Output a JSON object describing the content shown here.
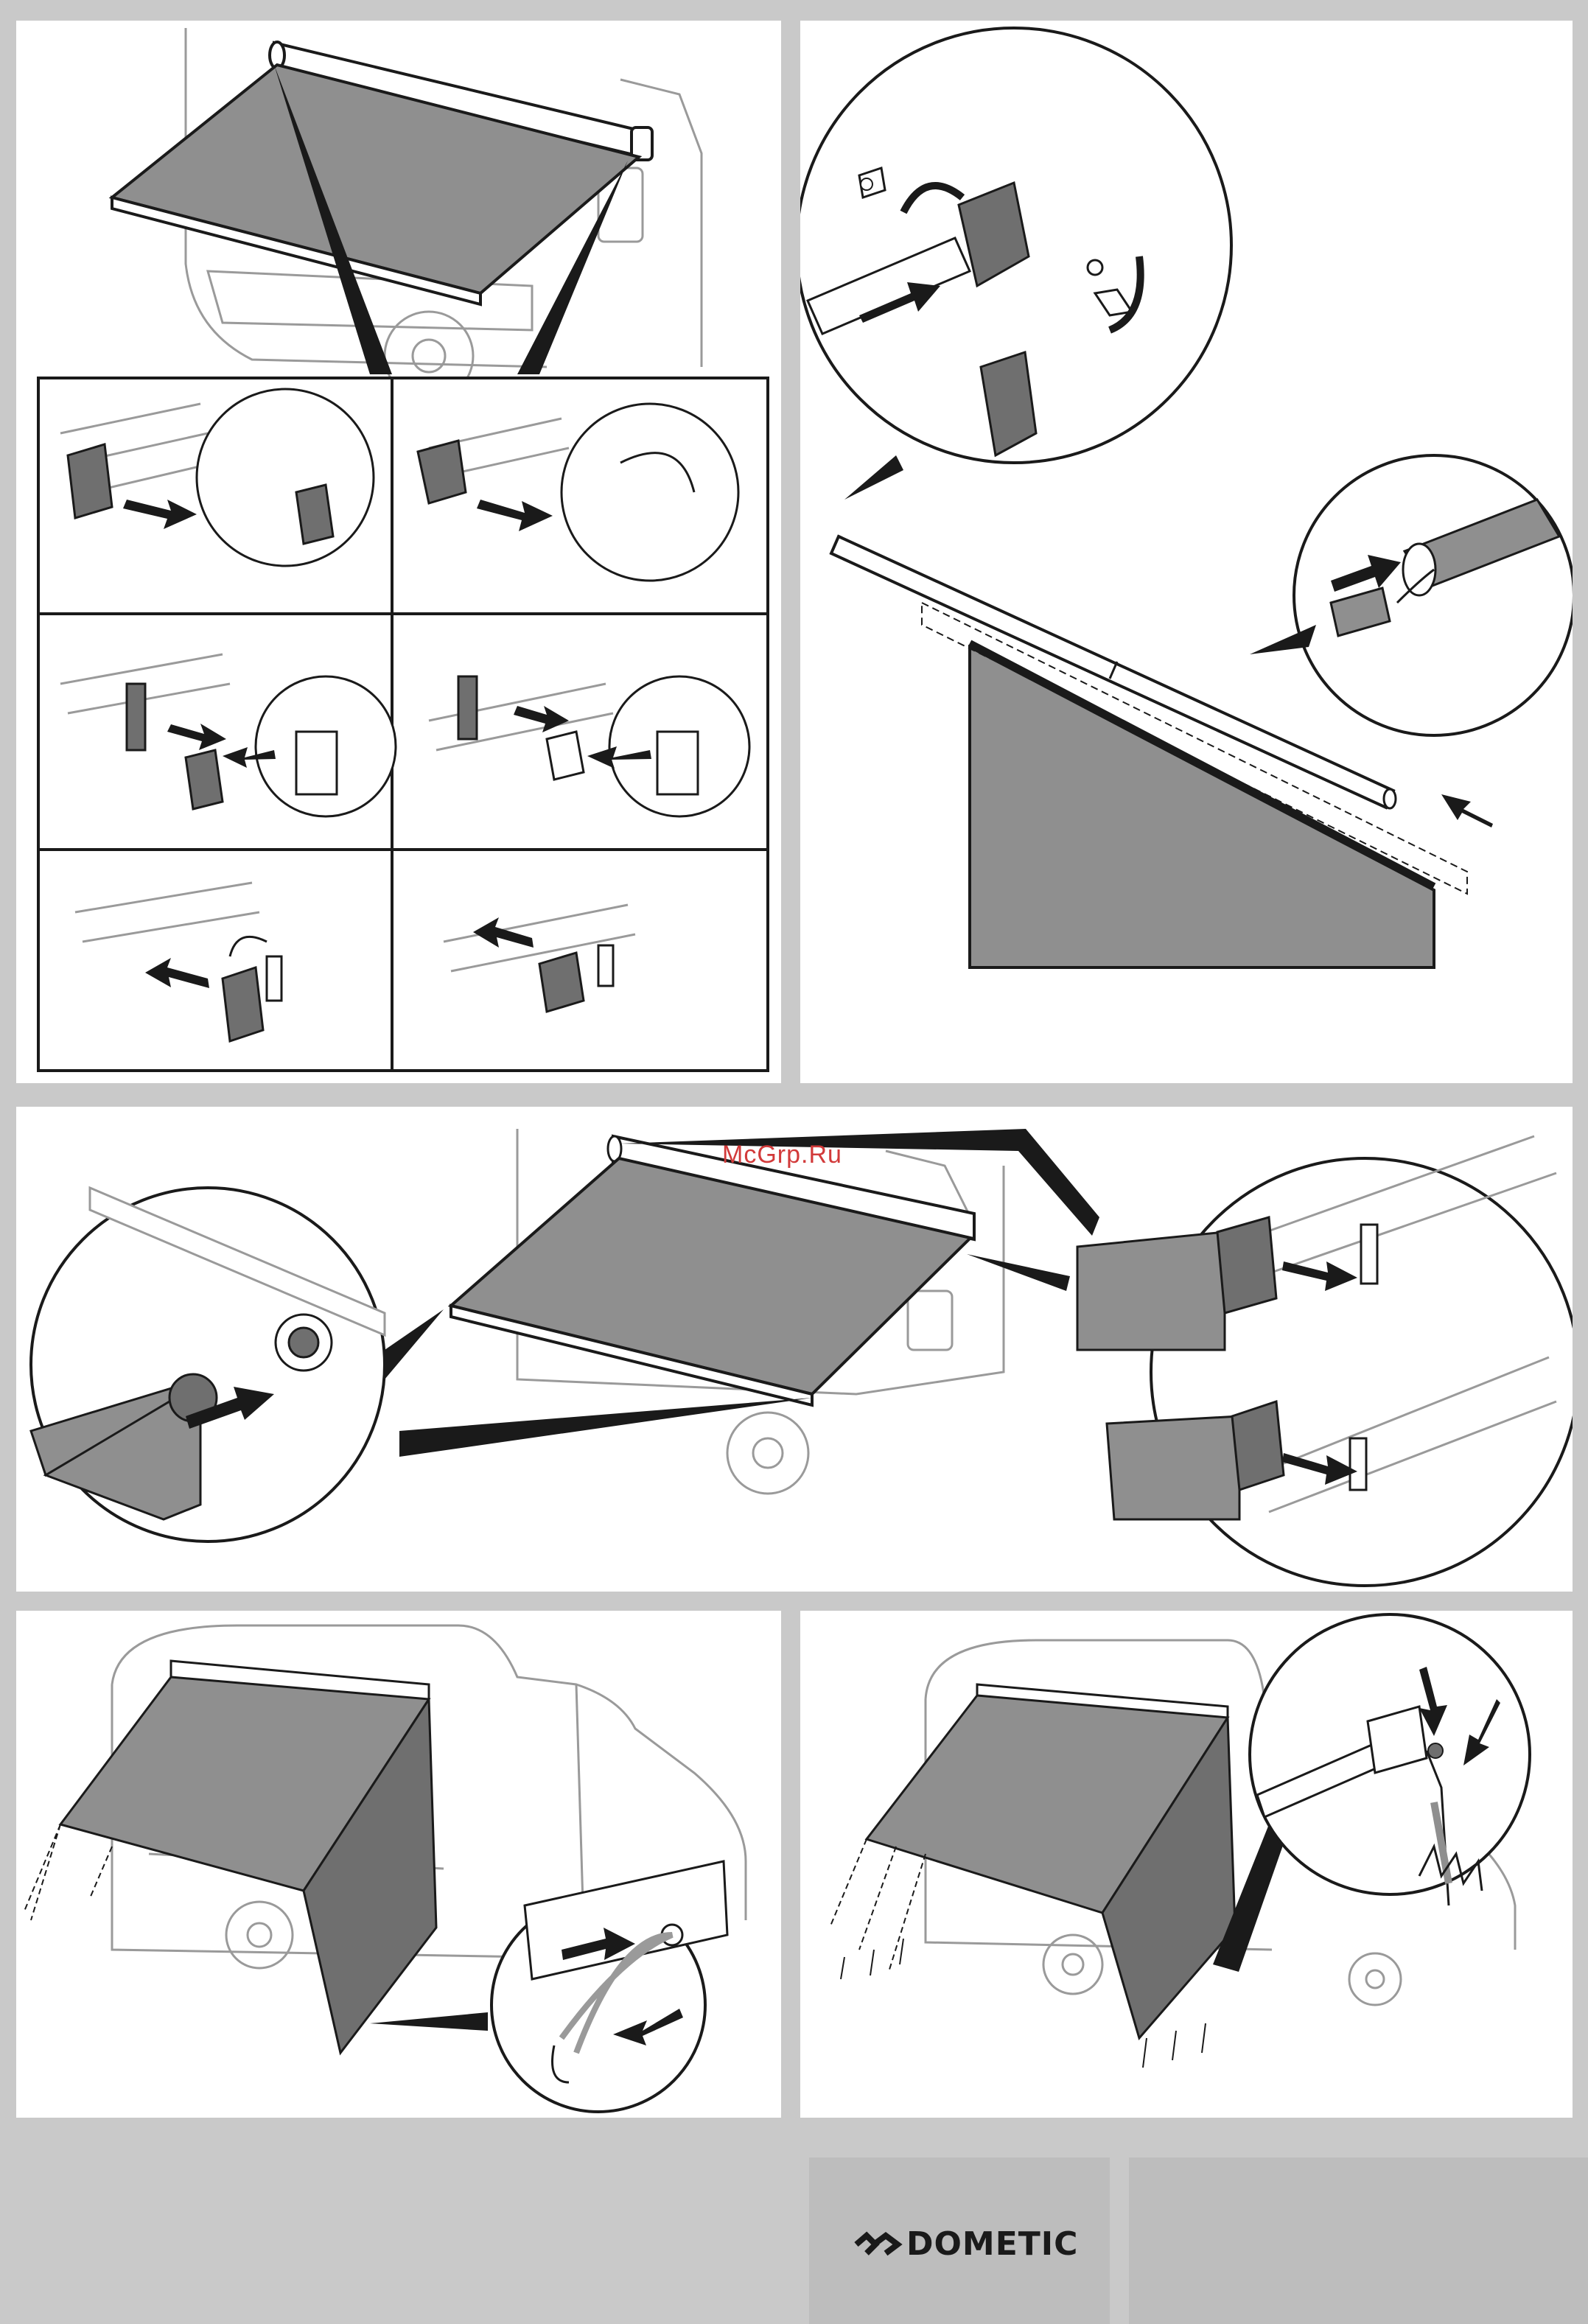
{
  "watermark": {
    "text": "McGrp.Ru"
  },
  "brand": {
    "name": "DOMETIC",
    "logo_icon": "dometic-arrow-logo-icon"
  },
  "colors": {
    "page_bg": "#c9c9c9",
    "panel_bg": "#ffffff",
    "line": "#1a1a1a",
    "light_line": "#9a9a9a",
    "fabric": "#8f8f8f",
    "fabric_dark": "#6f6f6f",
    "watermark": "#d23a3a",
    "footer_box": "#bdbdbd"
  },
  "panels": [
    {
      "name": "awning-overview-with-bracket-steps",
      "icon": "awning-bracket-mounting-icon"
    },
    {
      "name": "rod-and-bracket-assembly",
      "icon": "rod-insert-icon"
    },
    {
      "name": "awning-attach-brackets",
      "icon": "bracket-clip-icon"
    },
    {
      "name": "side-wall-tensioning",
      "icon": "strap-hook-icon"
    },
    {
      "name": "ground-anchoring",
      "icon": "peg-hammer-icon"
    }
  ]
}
